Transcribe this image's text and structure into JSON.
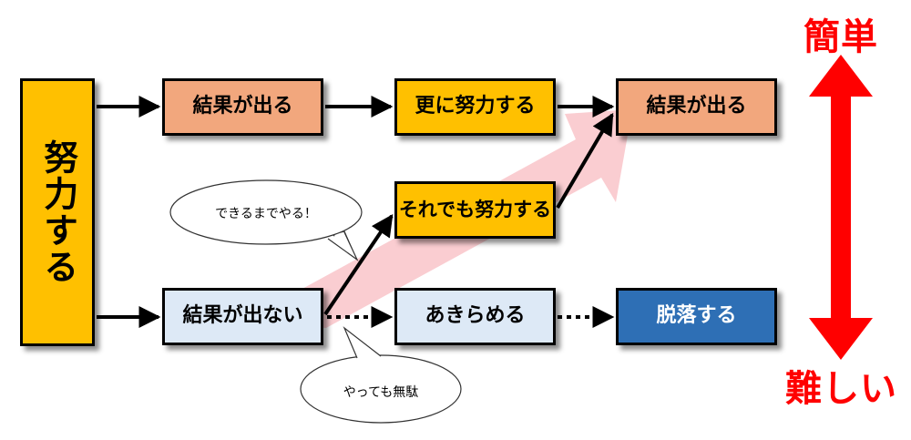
{
  "boxes": {
    "start": "努力する",
    "row1_result": "結果が出る",
    "row1_more_effort": "更に努力する",
    "row1_final_result": "結果が出る",
    "middle_line1": "それでも",
    "middle_line2": "努力する",
    "row3_no_result": "結果が出ない",
    "row3_give_up": "あきらめる",
    "row3_drop_out": "脱落する"
  },
  "bubbles": {
    "persevere": "できるまでやる！",
    "futile": "やっても無駄"
  },
  "scale": {
    "easy": "簡単",
    "hard": "難しい"
  },
  "colors": {
    "salmon": "#f2a77d",
    "gold": "#ffc000",
    "pale_blue": "#dde9f6",
    "blue": "#2e6fb5",
    "red": "#ff0000",
    "pink_arrow": "#f9c8cc"
  }
}
